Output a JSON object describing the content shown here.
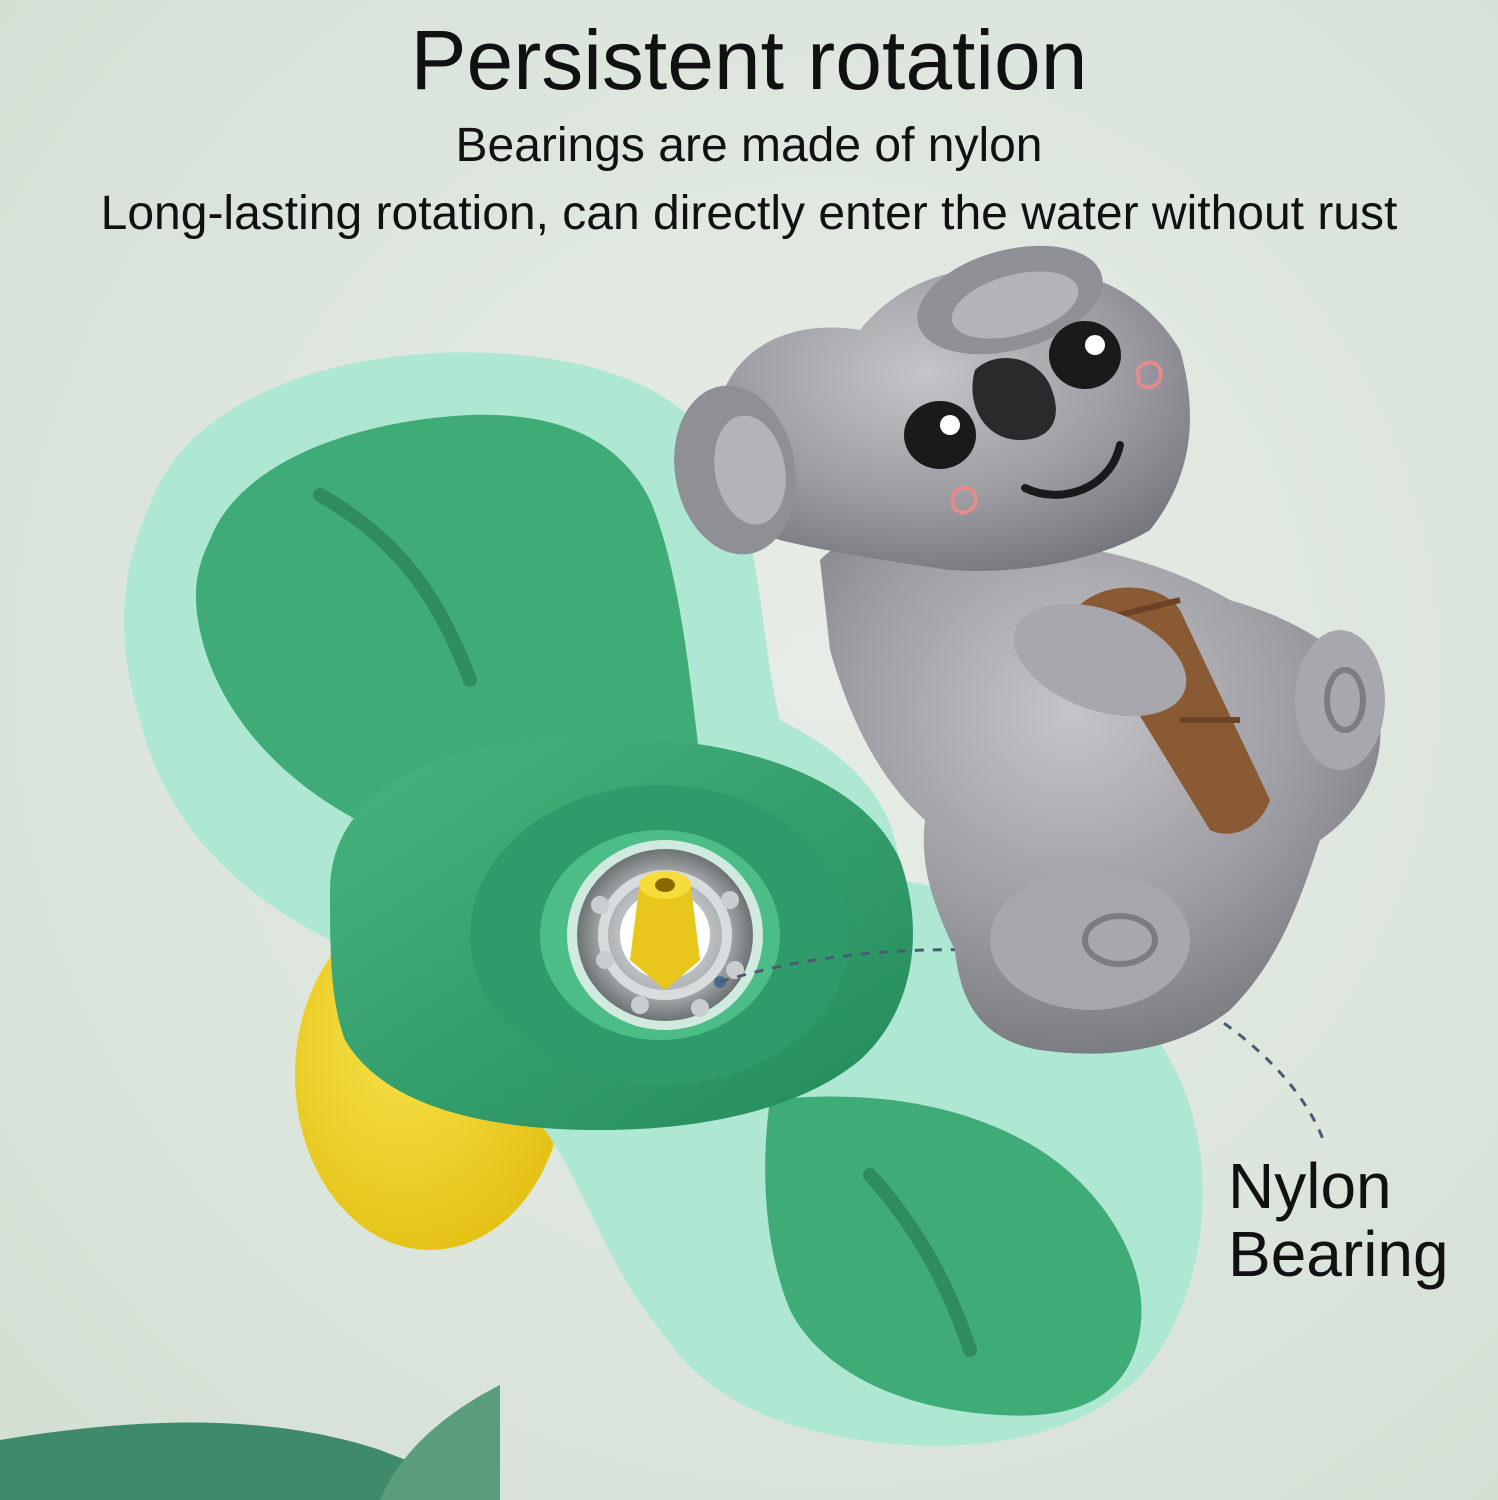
{
  "heading": {
    "title": "Persistent rotation",
    "line1": "Bearings are made of nylon",
    "line2": "Long-lasting rotation, can directly enter the water without rust"
  },
  "callout": {
    "line1": "Nylon",
    "line2": "Bearing"
  },
  "colors": {
    "background": "#dfe7df",
    "blade_outer": "#a9e6cf",
    "blade_inner": "#3aa874",
    "hub": "#2e9a68",
    "suction_cup": "#f2d21a",
    "koala_body": "#9a9aa0",
    "bamboo": "#8a5a35"
  }
}
